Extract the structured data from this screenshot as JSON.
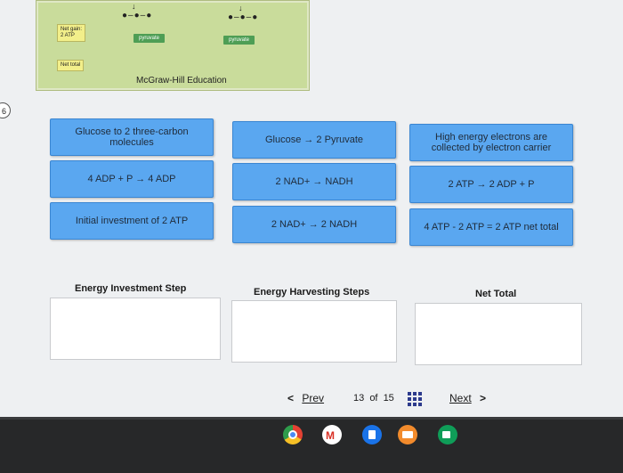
{
  "figure": {
    "net_gain_label": "Net gain:\n2 ATP",
    "pyruvate_left": "pyruvate",
    "pyruvate_right": "pyruvate",
    "net_total_label": "Net total",
    "credit": "McGraw-Hill Education"
  },
  "side_number": "6",
  "tiles": [
    [
      "Glucose to 2 three-carbon molecules",
      "Glucose → 2 Pyruvate",
      "High energy electrons are collected by electron carrier"
    ],
    [
      "4 ADP + P → 4 ADP",
      "2 NAD+ → NADH",
      "2 ATP → 2 ADP + P"
    ],
    [
      "Initial investment of 2 ATP",
      "2 NAD+ → 2 NADH",
      "4 ATP - 2 ATP = 2 ATP net total"
    ]
  ],
  "columns": {
    "investment": "Energy Investment Step",
    "harvesting": "Energy Harvesting Steps",
    "net_total": "Net Total"
  },
  "pager": {
    "prev_label": "Prev",
    "current": "13",
    "of_label": "of",
    "total": "15",
    "next_label": "Next"
  },
  "icons": {
    "prev": "chevron-left",
    "next": "chevron-right",
    "grid": "grid-icon"
  }
}
